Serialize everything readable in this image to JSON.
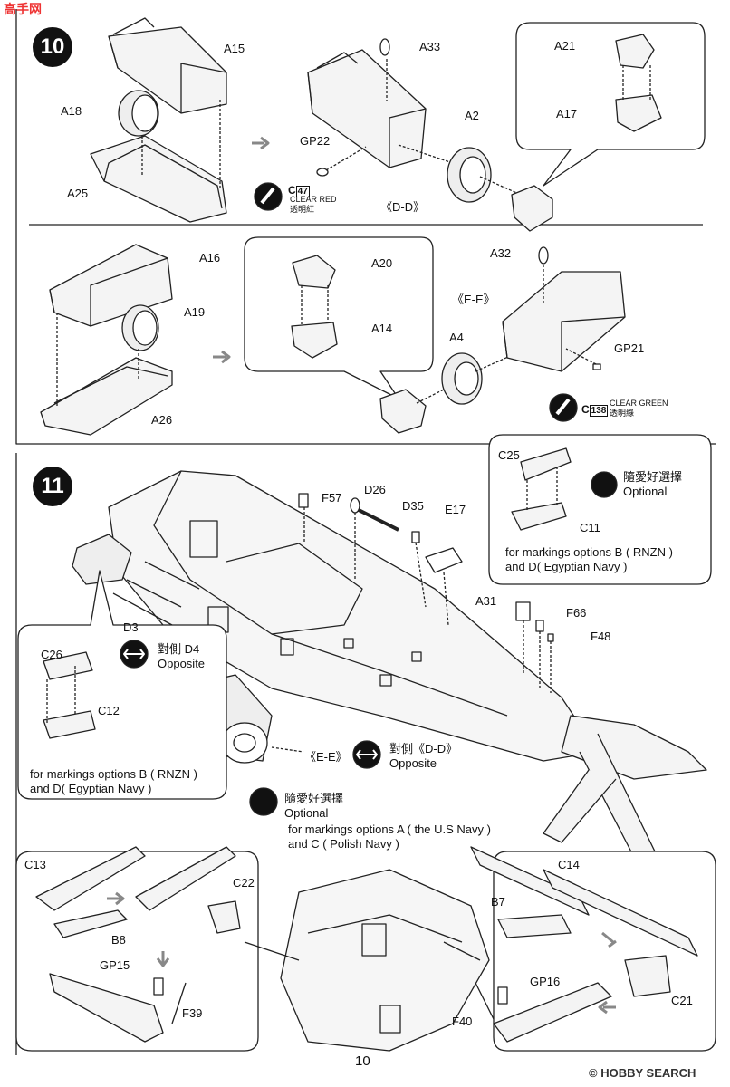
{
  "watermark_top": "高手网",
  "steps": {
    "step10": "10",
    "step11": "11"
  },
  "s10": {
    "labels": {
      "A15": "A15",
      "A18": "A18",
      "A25": "A25",
      "A33": "A33",
      "A2": "A2",
      "A21": "A21",
      "A17": "A17",
      "GP22": "GP22",
      "DD": "《D-D》",
      "A16": "A16",
      "A19": "A19",
      "A26": "A26",
      "A20": "A20",
      "A14": "A14",
      "A32": "A32",
      "EE": "《E-E》",
      "A4": "A4",
      "GP21": "GP21"
    },
    "color_red": {
      "code": "C",
      "num": "47",
      "en": "CLEAR RED",
      "zh": "透明紅"
    },
    "color_green": {
      "code": "C",
      "num": "138",
      "en": "CLEAR GREEN",
      "zh": "透明綠"
    }
  },
  "s11": {
    "labels": {
      "F57": "F57",
      "D26": "D26",
      "D35": "D35",
      "E17": "E17",
      "A31": "A31",
      "F66": "F66",
      "F48": "F48",
      "D3": "D3",
      "C25": "C25",
      "C11": "C11",
      "C26": "C26",
      "C12": "C12",
      "EE": "《E-E》",
      "C13": "C13",
      "C22": "C22",
      "B8": "B8",
      "GP15": "GP15",
      "F39": "F39",
      "C14": "C14",
      "B7": "B7",
      "C21": "C21",
      "GP16": "GP16",
      "F40": "F40"
    },
    "optional_zh": "隨愛好選擇",
    "optional_en": "Optional",
    "optional2_zh": "隨愛好選擇",
    "optional2_en": "Optional",
    "opposite_d4_zh": "對側 D4",
    "opposite_d4_en": "Opposite",
    "opposite_dd_zh": "對側《D-D》",
    "opposite_dd_en": "Opposite",
    "bubble_right_note1": "for markings options B ( RNZN )",
    "bubble_right_note2": "and D( Egyptian Navy )",
    "bubble_left_note1": "for markings options B ( RNZN )",
    "bubble_left_note2": "and D( Egyptian Navy )",
    "us_note1": "for markings options A ( the U.S Navy )",
    "us_note2": "and C ( Polish Navy )"
  },
  "page_number": "10",
  "footer_brand": "HOBBY SEARCH",
  "footer_copy": "©"
}
